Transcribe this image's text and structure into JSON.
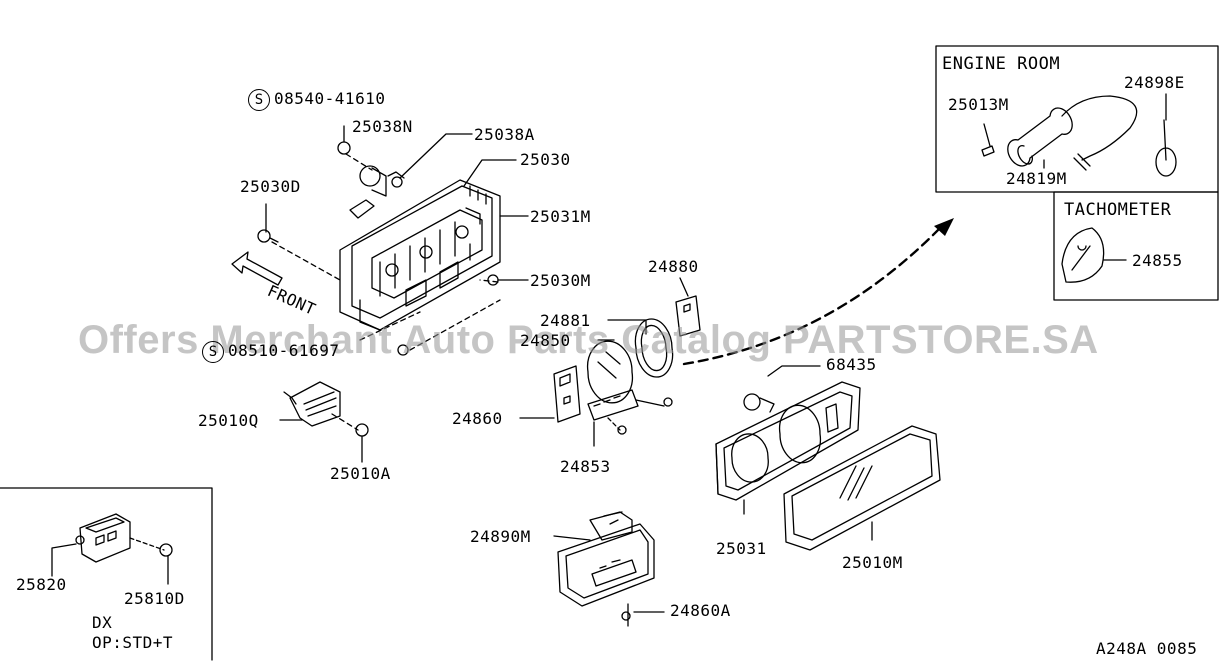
{
  "watermark": "Offers Merchant Auto Parts Catalog PARTSTORE.SA",
  "diagram_code": "A248A 0085",
  "front_label": "FRONT",
  "s_symbol": "S",
  "boxes": {
    "engine_room": "ENGINE ROOM",
    "tachometer": "TACHOMETER",
    "dx_line1": "DX",
    "dx_line2": "OP:STD+T"
  },
  "parts": {
    "p08540": "08540-41610",
    "p25038N": "25038N",
    "p25038A": "25038A",
    "p25030": "25030",
    "p25030D": "25030D",
    "p25031M": "25031M",
    "p25030M": "25030M",
    "p08510": "08510-61697",
    "p25010Q": "25010Q",
    "p25010A": "25010A",
    "p24880": "24880",
    "p24881": "24881",
    "p24850": "24850",
    "p24860": "24860",
    "p24853": "24853",
    "p68435": "68435",
    "p25031": "25031",
    "p25010M": "25010M",
    "p24890M": "24890M",
    "p24860A": "24860A",
    "p25820": "25820",
    "p25810D": "25810D",
    "p25013M": "25013M",
    "p24898E": "24898E",
    "p24819M": "24819M",
    "p24855": "24855"
  }
}
